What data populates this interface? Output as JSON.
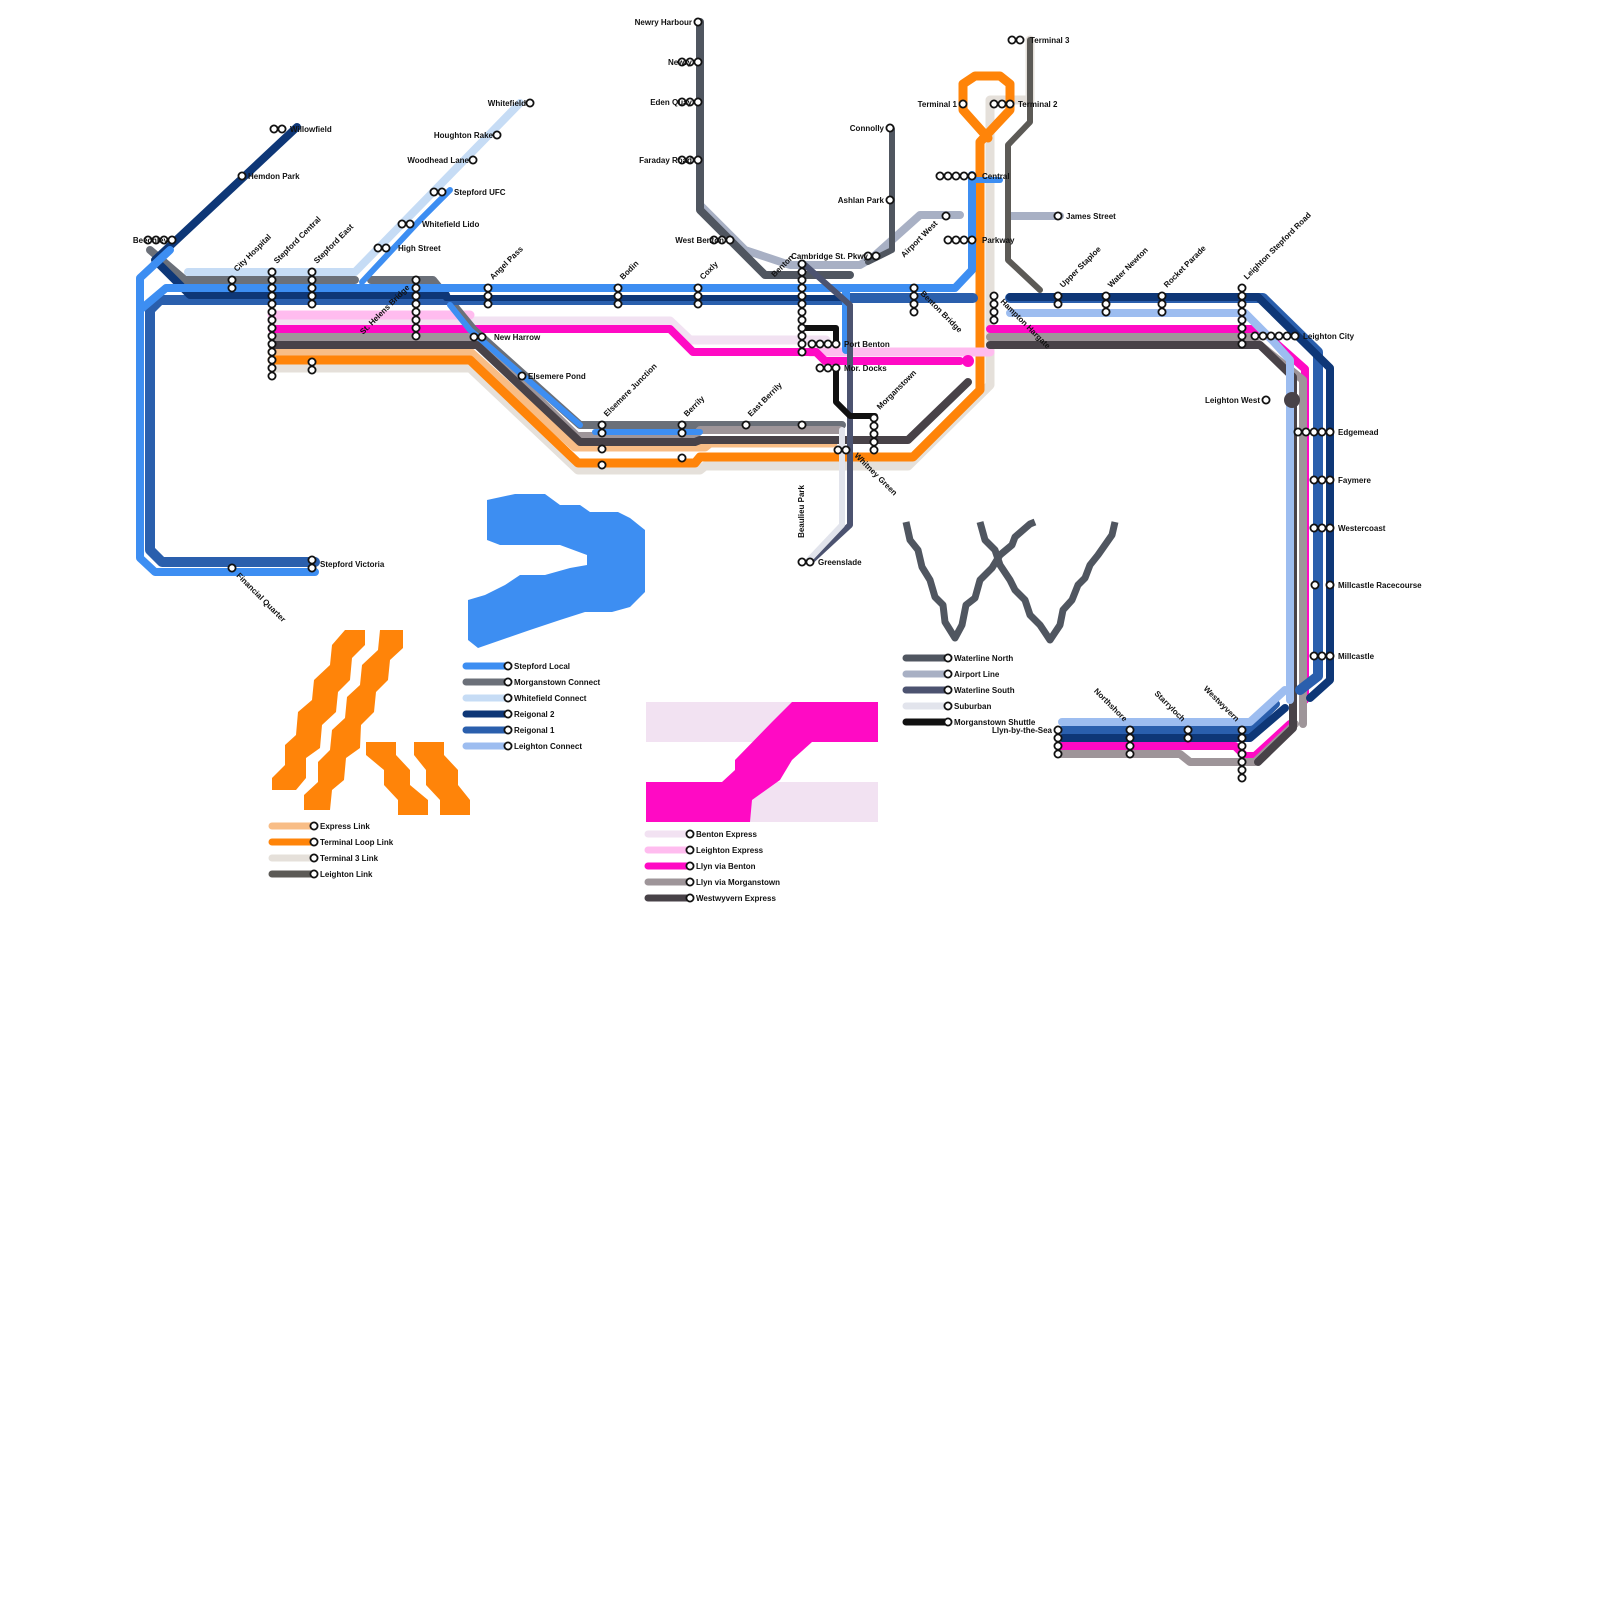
{
  "lines": {
    "stepford_local": {
      "name": "Stepford Local",
      "color": "#3d8ef2"
    },
    "morganstown_connect": {
      "name": "Morganstown Connect",
      "color": "#6b7079"
    },
    "whitefield_connect": {
      "name": "Whitefield Connect",
      "color": "#c6dcf5"
    },
    "reigonal_2": {
      "name": "Reigonal 2",
      "color": "#0e3777"
    },
    "reigonal_1": {
      "name": "Reigonal 1",
      "color": "#2a5fad"
    },
    "leighton_connect": {
      "name": "Leighton Connect",
      "color": "#9dbdf0"
    },
    "express_link": {
      "name": "Express Link",
      "color": "#f8bd86"
    },
    "terminal_loop_link": {
      "name": "Terminal Loop Link",
      "color": "#ff8409"
    },
    "terminal_3_link": {
      "name": "Terminal 3 Link",
      "color": "#e5e0da"
    },
    "leighton_link": {
      "name": "Leighton Link",
      "color": "#5c5a56"
    },
    "benton_express": {
      "name": "Benton Express",
      "color": "#f2e2f2"
    },
    "leighton_express": {
      "name": "Leighton Express",
      "color": "#ffbcef"
    },
    "llyn_via_benton": {
      "name": "Llyn via Benton",
      "color": "#ff0ac4"
    },
    "llyn_via_morganstown": {
      "name": "Llyn via Morganstown",
      "color": "#9e9599"
    },
    "westwyvern_express": {
      "name": "Westwyvern Express",
      "color": "#484248"
    },
    "waterline_north": {
      "name": "Waterline North",
      "color": "#505660"
    },
    "airport_line": {
      "name": "Airport Line",
      "color": "#a8b0c4"
    },
    "waterline_south": {
      "name": "Waterline South",
      "color": "#4c5370"
    },
    "suburban": {
      "name": "Suburban",
      "color": "#e2e4ec"
    },
    "morganstown_shuttle": {
      "name": "Morganstown Shuttle",
      "color": "#111111"
    }
  },
  "legends": {
    "blue_group": [
      "stepford_local",
      "morganstown_connect",
      "whitefield_connect",
      "reigonal_2",
      "reigonal_1",
      "leighton_connect"
    ],
    "orange_group": [
      "express_link",
      "terminal_loop_link",
      "terminal_3_link",
      "leighton_link"
    ],
    "pink_group": [
      "benton_express",
      "leighton_express",
      "llyn_via_benton",
      "llyn_via_morganstown",
      "westwyvern_express"
    ],
    "grey_group": [
      "waterline_north",
      "airport_line",
      "waterline_south",
      "suburban",
      "morganstown_shuttle"
    ]
  },
  "stations": {
    "willowfield": "Willowfield",
    "hemdon_park": "Hemdon Park",
    "beechley": "Beechley",
    "city_hospital": "City Hospital",
    "stepford_central": "Stepford Central",
    "stepford_east": "Stepford East",
    "whitefield": "Whitefield",
    "houghton_rake": "Houghton Rake",
    "woodhead_lane": "Woodhead Lane",
    "stepford_ufc": "Stepford UFC",
    "whitefield_lido": "Whitefield Lido",
    "high_street": "High Street",
    "angel_pass": "Angel Pass",
    "new_harrow": "New Harrow",
    "elsemere_pond": "Elsemere Pond",
    "st_helens_bridge": "St. Helens Bridge",
    "elsemere_junction": "Elsemere Junction",
    "bodin": "Bodin",
    "coxly": "Coxly",
    "berrily": "Berrily",
    "east_berrily": "East Berrily",
    "newry_harbour": "Newry Harbour",
    "newry": "Newry",
    "eden_quay": "Eden Quay",
    "faraday_road": "Faraday Road",
    "west_benton": "West Benton",
    "cambridge_st_pkwy": "Cambridge St. Pkwy",
    "connolly": "Connolly",
    "ashlan_park": "Ashlan Park",
    "airport_west": "Airport West",
    "terminal_1": "Terminal 1",
    "terminal_2": "Terminal 2",
    "terminal_3": "Terminal 3",
    "central": "Central",
    "parkway": "Parkway",
    "james_street": "James Street",
    "port_benton": "Port Benton",
    "benton": "Benton",
    "mor_docks": "Mor. Docks",
    "benton_bridge": "Benton Bridge",
    "morganstown": "Morganstown",
    "hampton_hargate": "Hampton Hargate",
    "beaulieu_park": "Beaulieu Park",
    "whitney_green": "Whitney Green",
    "greenslade": "Greenslade",
    "upper_staploe": "Upper Staploe",
    "water_newton": "Water Newton",
    "rocket_parade": "Rocket Parade",
    "leighton_stepford_road": "Leighton Stepford Road",
    "leighton_city": "Leighton City",
    "leighton_west": "Leighton West",
    "edgemead": "Edgemead",
    "faymere": "Faymere",
    "westercoast": "Westercoast",
    "millcastle_racecourse": "Millcastle Racecourse",
    "millcastle": "Millcastle",
    "llyn_by_the_sea": "Llyn-by-the-Sea",
    "northshore": "Northshore",
    "starryloch": "Starryloch",
    "westwyvern": "Westwyvern",
    "stepford_victoria": "Stepford Victoria",
    "financial_quarter": "Financial Quarter"
  },
  "logo_colors": {
    "blue": "#3d8ef2",
    "orange": "#ff8409",
    "pink": "#ff0ac4",
    "pink_light": "#f2e2f2",
    "grey": "#505660"
  }
}
